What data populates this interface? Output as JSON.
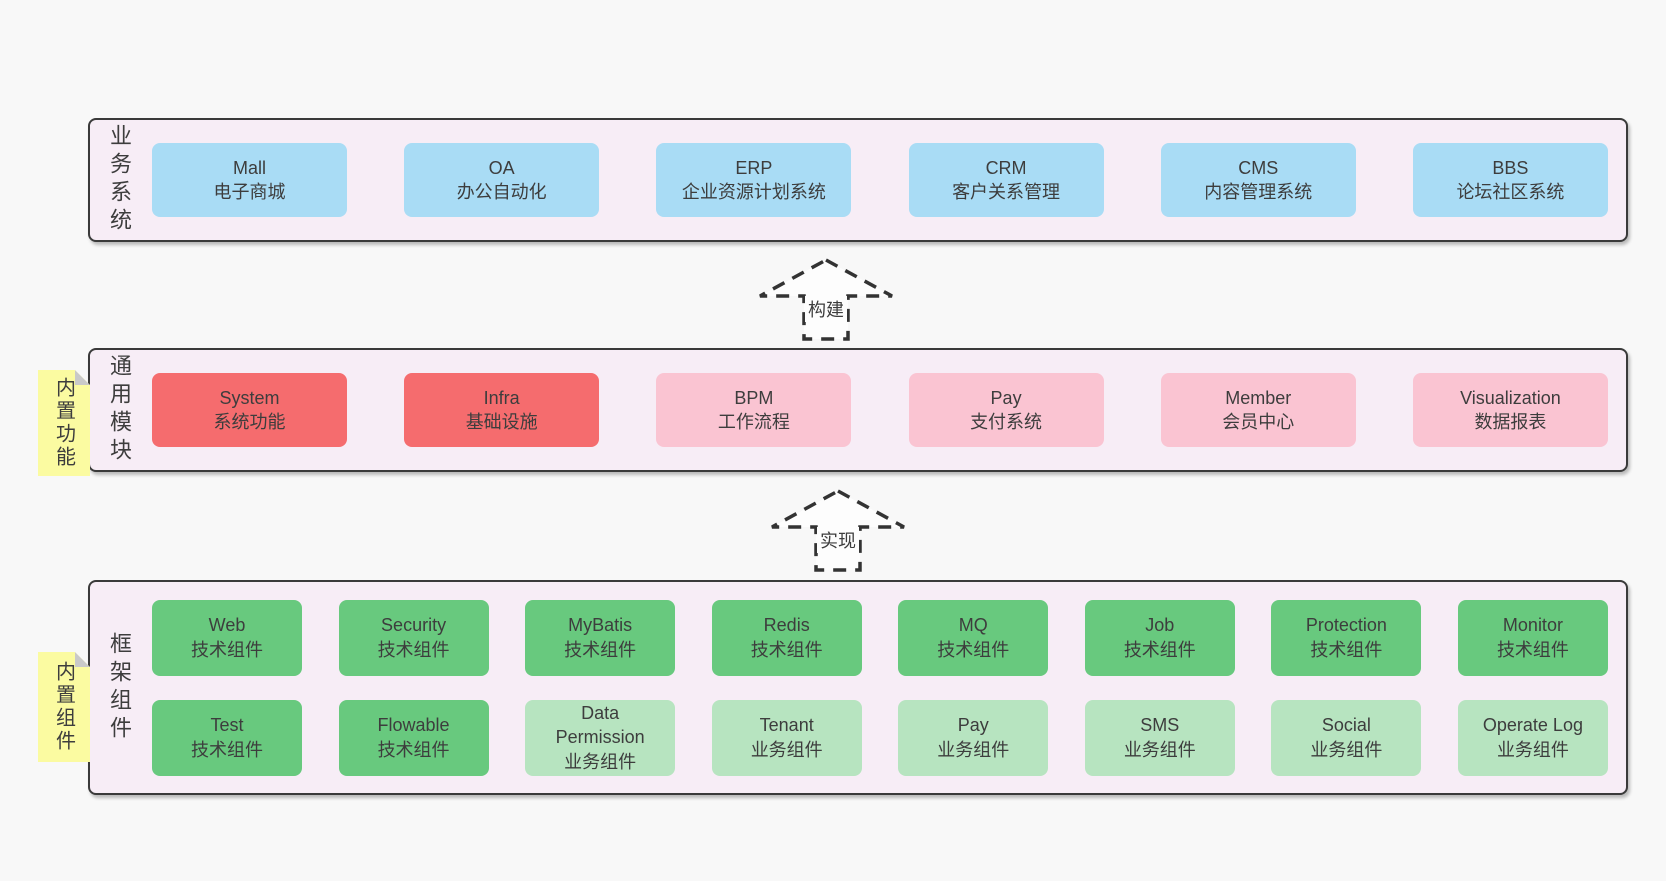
{
  "colors": {
    "page-bg": "#f8f8f8",
    "container-bg": "#f7edf6",
    "line": "#3a3a3a",
    "text": "#3d3d3d",
    "blue": "#a9dcf5",
    "red": "#f56c6e",
    "pink": "#fac4d2",
    "green": "#68c97e",
    "lightgreen": "#b7e4c0",
    "tab-bg": "#fbfba1",
    "fold": "#c9c9c9"
  },
  "arrows": [
    {
      "label": "构建"
    },
    {
      "label": "实现"
    }
  ],
  "layers": [
    {
      "label": "业务系统",
      "tab": null,
      "rows": [
        [
          {
            "name": "Mall",
            "subtitle": "电子商城",
            "type": "blue"
          },
          {
            "name": "OA",
            "subtitle": "办公自动化",
            "type": "blue"
          },
          {
            "name": "ERP",
            "subtitle": "企业资源计划系统",
            "type": "blue"
          },
          {
            "name": "CRM",
            "subtitle": "客户关系管理",
            "type": "blue"
          },
          {
            "name": "CMS",
            "subtitle": "内容管理系统",
            "type": "blue"
          },
          {
            "name": "BBS",
            "subtitle": "论坛社区系统",
            "type": "blue"
          }
        ]
      ]
    },
    {
      "label": "通用模块",
      "tab": "内置功能",
      "rows": [
        [
          {
            "name": "System",
            "subtitle": "系统功能",
            "type": "red"
          },
          {
            "name": "Infra",
            "subtitle": "基础设施",
            "type": "red"
          },
          {
            "name": "BPM",
            "subtitle": "工作流程",
            "type": "pink"
          },
          {
            "name": "Pay",
            "subtitle": "支付系统",
            "type": "pink"
          },
          {
            "name": "Member",
            "subtitle": "会员中心",
            "type": "pink"
          },
          {
            "name": "Visualization",
            "subtitle": "数据报表",
            "type": "pink"
          }
        ]
      ]
    },
    {
      "label": "框架组件",
      "tab": "内置组件",
      "rows": [
        [
          {
            "name": "Web",
            "subtitle": "技术组件",
            "type": "green"
          },
          {
            "name": "Security",
            "subtitle": "技术组件",
            "type": "green"
          },
          {
            "name": "MyBatis",
            "subtitle": "技术组件",
            "type": "green"
          },
          {
            "name": "Redis",
            "subtitle": "技术组件",
            "type": "green"
          },
          {
            "name": "MQ",
            "subtitle": "技术组件",
            "type": "green"
          },
          {
            "name": "Job",
            "subtitle": "技术组件",
            "type": "green"
          },
          {
            "name": "Protection",
            "subtitle": "技术组件",
            "type": "green"
          },
          {
            "name": "Monitor",
            "subtitle": "技术组件",
            "type": "green"
          }
        ],
        [
          {
            "name": "Test",
            "subtitle": "技术组件",
            "type": "green"
          },
          {
            "name": "Flowable",
            "subtitle": "技术组件",
            "type": "green"
          },
          {
            "name": "Data Permission",
            "subtitle": "业务组件",
            "type": "lightgreen"
          },
          {
            "name": "Tenant",
            "subtitle": "业务组件",
            "type": "lightgreen"
          },
          {
            "name": "Pay",
            "subtitle": "业务组件",
            "type": "lightgreen"
          },
          {
            "name": "SMS",
            "subtitle": "业务组件",
            "type": "lightgreen"
          },
          {
            "name": "Social",
            "subtitle": "业务组件",
            "type": "lightgreen"
          },
          {
            "name": "Operate Log",
            "subtitle": "业务组件",
            "type": "lightgreen"
          }
        ]
      ]
    }
  ]
}
